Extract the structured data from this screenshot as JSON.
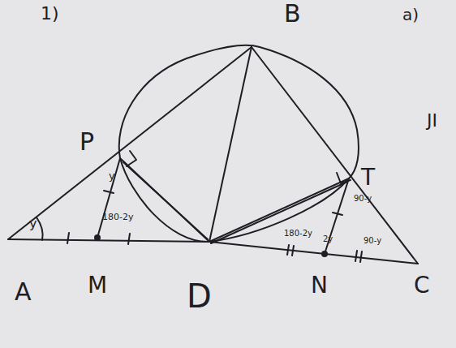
{
  "diagram": {
    "labels": [
      "1)",
      "a)",
      "B",
      "P",
      "T",
      "A",
      "M",
      "D",
      "N",
      "C",
      "JI",
      "y",
      "y",
      "180-2y",
      "180-2y",
      "2y",
      "90-y",
      "90-y"
    ]
  }
}
